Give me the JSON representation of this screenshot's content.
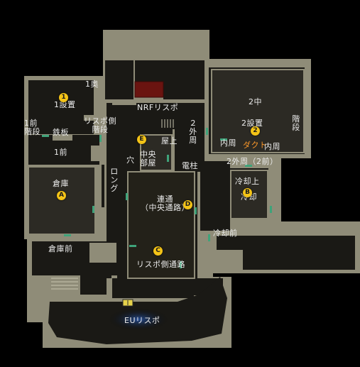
{
  "labels": {
    "oku_1": "1奥",
    "setchi_1": "1設置",
    "mae_kaidan_1": "1前\n階段",
    "teppan": "鉄板",
    "risupo_kaidan": "リスポ側\n階段",
    "mae_1": "1前",
    "nrf_respawn": "NRFリスポ",
    "naka_2": "2中",
    "setchi_2": "2設置",
    "kaidan_right": "階\n段",
    "sotomawari_2": "２\n外\n周",
    "okujo": "屋上",
    "uchimawari_left": "内周",
    "duct": "ダクト",
    "uchimawari_right": "内周",
    "ana": "穴",
    "chuo_heya": "中央\n部屋",
    "denchu": "電柱",
    "sotomawari_2mae": "2外周（2前）",
    "soko": "倉庫",
    "long": "ロ\nン\nグ",
    "reikyaku_ue": "冷却上",
    "reikyaku": "冷却",
    "rentsu": "連通\n（中央通路）",
    "reikyaku_mae": "冷却前",
    "soko_mae": "倉庫前",
    "risupo_tsuro": "リスポ側通路",
    "eu_respawn": "EUリスポ"
  },
  "markers": {
    "site_1": "1",
    "site_2": "2",
    "point_a": "A",
    "point_b": "B",
    "point_c": "C",
    "point_d": "D",
    "point_e": "E"
  },
  "colors": {
    "background": "#000000",
    "wall": "#8f8c78",
    "floor": "#1a1915",
    "text": "#ececec",
    "duct_text": "#ff9a2a",
    "marker": "#f3c317",
    "door": "#3fa37a",
    "nrf_spawn": "#6a1410",
    "eu_glow": "#1f4a9a"
  }
}
